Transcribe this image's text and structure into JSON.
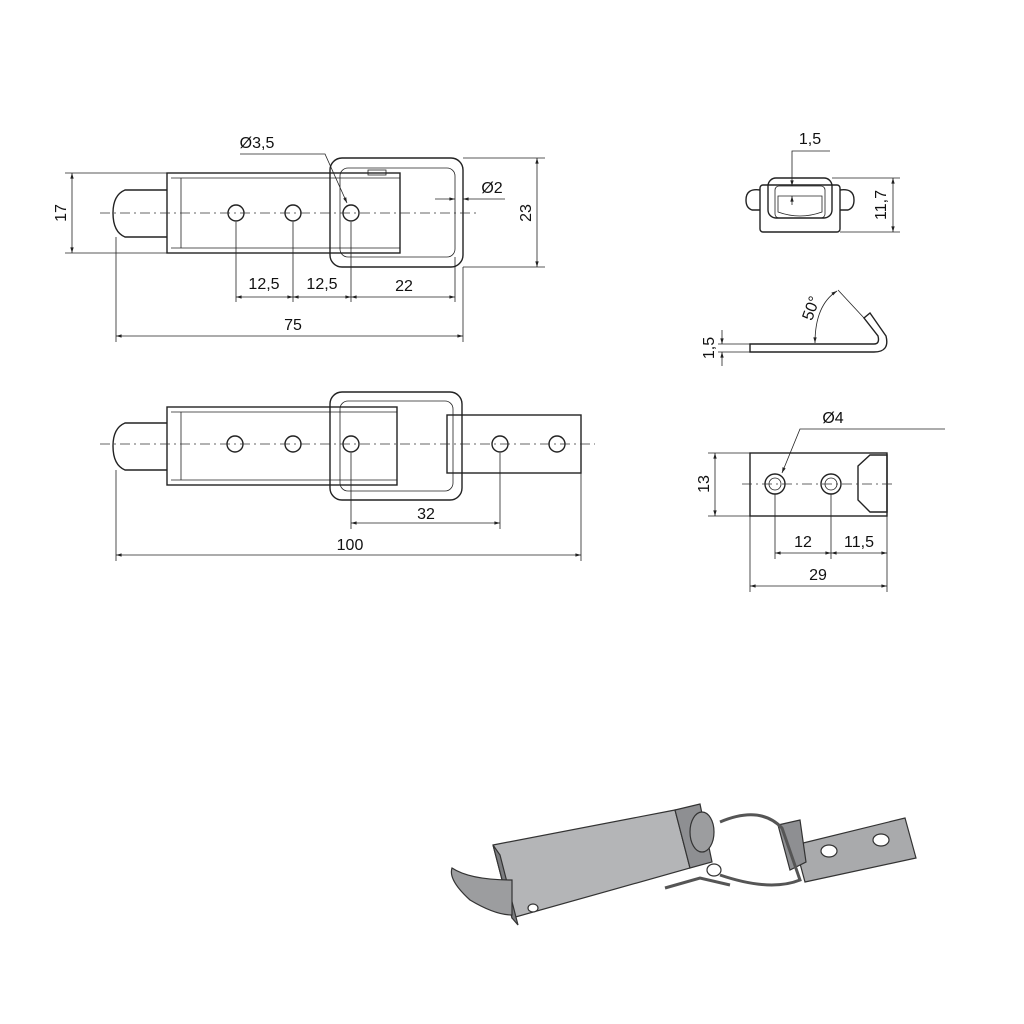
{
  "top_view": {
    "hole_diameter": "Ø3,5",
    "wire_diameter": "Ø2",
    "height_body": "17",
    "height_bail": "23",
    "pitch_1": "12,5",
    "pitch_2": "12,5",
    "hole_to_bail": "22",
    "overall_length": "75"
  },
  "closed_view": {
    "hole_spacing": "32",
    "overall_length": "100"
  },
  "end_view": {
    "thickness": "1,5",
    "height": "11,7"
  },
  "bent_view": {
    "thickness": "1,5",
    "angle": "50°"
  },
  "strike_plate": {
    "hole_diameter": "Ø4",
    "height": "13",
    "hole_spacing": "12",
    "edge_distance": "11,5",
    "length": "29"
  },
  "colors": {
    "line": "#222222",
    "render_body": "#a9aaac",
    "render_shade": "#7c7d80"
  }
}
